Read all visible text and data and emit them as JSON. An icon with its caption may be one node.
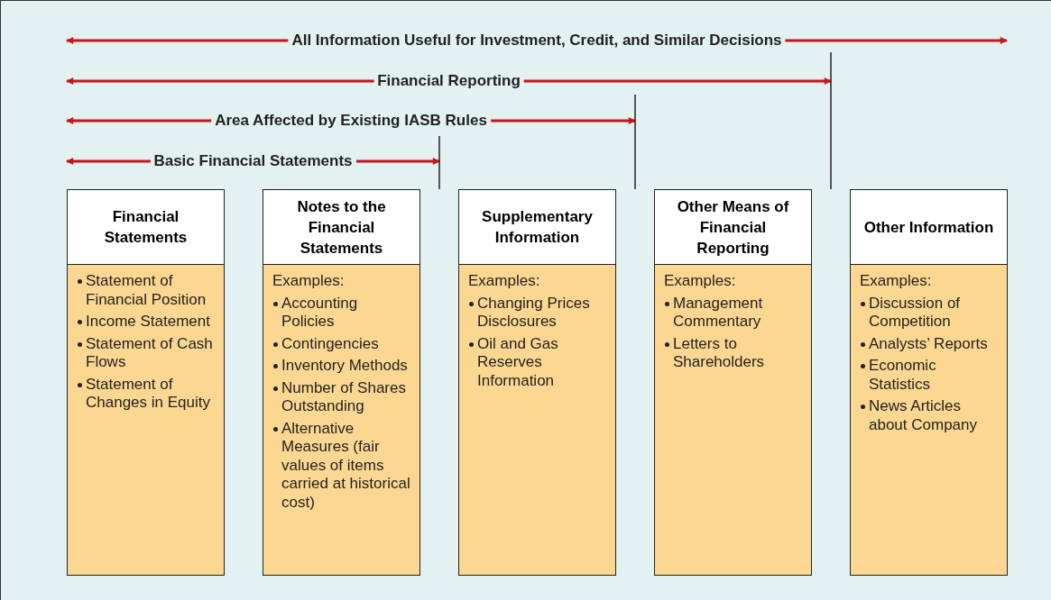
{
  "diagram": {
    "nodes": [
      {
        "text": [
          "Financial Statements",
          "Statement of Financial Position",
          "Income Statement",
          "Statement of Cash Flows",
          "Statement of Changes in Equity"
        ]
      },
      {
        "text": [
          "Notes to the Financial Statements",
          "Examples:",
          "Accounting Policies",
          "Contingencies",
          "Inventory Methods",
          "Number of Shares Outstanding",
          "Alternative Measures (fair values of items carried at historical cost)"
        ]
      },
      {
        "text": [
          "Supplementary Information",
          "Examples:",
          "Changing Prices Disclosures",
          "Oil and Gas Reserves Information"
        ]
      },
      {
        "text": [
          "Other Means of Financial Reporting",
          "Examples:",
          "Management Commentary",
          "Letters to Shareholders"
        ]
      },
      {
        "text": [
          "Other Information",
          "Examples:",
          "Discussion of Competition",
          "Analysts’ Reports",
          "Economic Statistics",
          "News Articles about Company"
        ]
      }
    ],
    "edges": [],
    "labels": [
      "All Information Useful for Investment, Credit, and Similar Decisions",
      "Financial Reporting",
      "Area Affected by Existing IASB Rules",
      "Basic Financial Statements"
    ]
  }
}
